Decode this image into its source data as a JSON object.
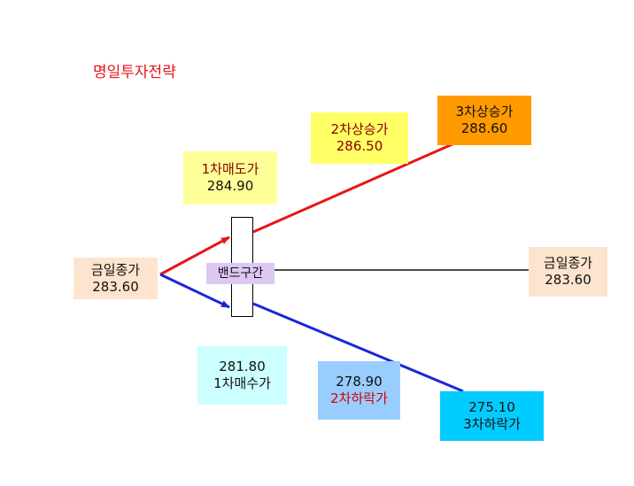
{
  "title": "명일투자전략",
  "colors": {
    "title": "#e8101b",
    "up_line": "#e81515",
    "down_line": "#1a27d6",
    "flat_line": "#111111"
  },
  "boxes": {
    "close_left": {
      "line1": "금일종가",
      "line2": "283.60",
      "bg": "#fde4cf"
    },
    "sell1": {
      "line1": "1차매도가",
      "line2": "284.90",
      "bg": "#ffff99"
    },
    "rise2": {
      "line1": "2차상승가",
      "line2": "286.50",
      "bg": "#ffff66"
    },
    "rise3": {
      "line1": "3차상승가",
      "line2": "288.60",
      "bg": "#ff9a00"
    },
    "close_right": {
      "line1": "금일종가",
      "line2": "283.60",
      "bg": "#fde4cf"
    },
    "buy1": {
      "line1": "281.80",
      "line2": "1차매수가",
      "bg": "#ccffff"
    },
    "fall2": {
      "line1": "278.90",
      "line2": "2차하락가",
      "bg": "#99ccff"
    },
    "fall3": {
      "line1": "275.10",
      "line2": "3차하락가",
      "bg": "#00ccff"
    }
  },
  "band": {
    "label": "밴드구간"
  }
}
